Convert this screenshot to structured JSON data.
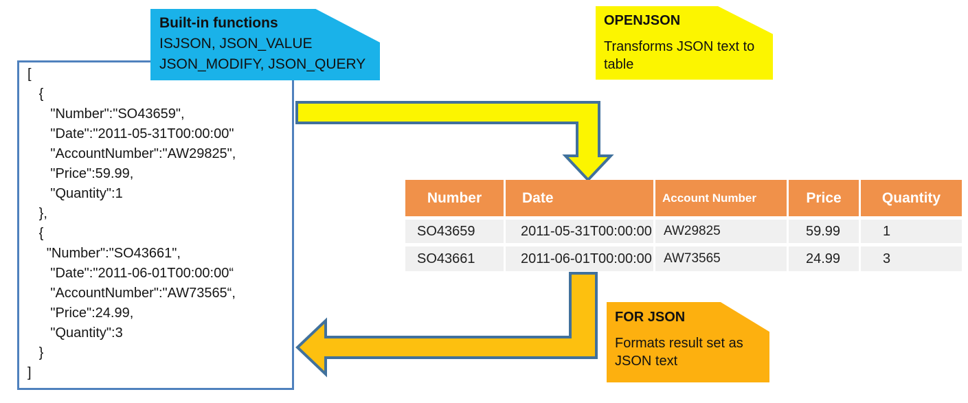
{
  "json_panel": {
    "content": "[\n   {\n      \"Number\":\"SO43659\",\n      \"Date\":\"2011-05-31T00:00:00\"\n      \"AccountNumber\":\"AW29825\",\n      \"Price\":59.99,\n      \"Quantity\":1\n   },\n   {\n     \"Number\":\"SO43661\",\n      \"Date\":\"2011-06-01T00:00:00“\n      \"AccountNumber\":\"AW73565“,\n      \"Price\":24.99,\n      \"Quantity\":3\n   }\n]"
  },
  "callouts": {
    "builtin": {
      "title": "Built-in functions",
      "line1": "ISJSON, JSON_VALUE",
      "line2": "JSON_MODIFY, JSON_QUERY"
    },
    "openjson": {
      "title": "OPENJSON",
      "body": "Transforms JSON text to table"
    },
    "forjson": {
      "title": "FOR JSON",
      "body": "Formats result set as JSON text"
    }
  },
  "table": {
    "columns": [
      "Number",
      "Date",
      "Account Number",
      "Price",
      "Quantity"
    ],
    "rows": [
      [
        "SO43659",
        "2011-05-31T00:00:00",
        "AW29825",
        "59.99",
        "1"
      ],
      [
        "SO43661",
        "2011-06-01T00:00:00",
        "AW73565",
        "24.99",
        "3"
      ]
    ]
  },
  "colors": {
    "callout_builtin_bg": "#1AB2E9",
    "callout_openjson_bg": "#FCF500",
    "callout_forjson_bg": "#FDB00F",
    "arrow_to_table_fill": "#FCF500",
    "arrow_to_json_fill": "#FDC00F",
    "arrow_stroke": "#41719C",
    "json_box_border": "#4F81BD",
    "table_header_bg": "#F0914A",
    "table_row_bg": "#F0F0F0"
  }
}
